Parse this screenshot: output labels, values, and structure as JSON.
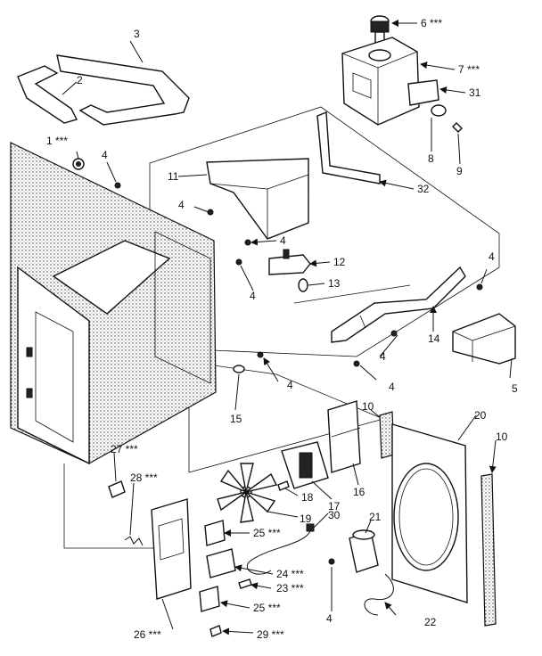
{
  "callouts": [
    {
      "id": "c1",
      "text": "1 ***"
    },
    {
      "id": "c2",
      "text": "2"
    },
    {
      "id": "c3",
      "text": "3"
    },
    {
      "id": "c4a",
      "text": "4"
    },
    {
      "id": "c4b",
      "text": "4"
    },
    {
      "id": "c4c",
      "text": "4"
    },
    {
      "id": "c4d",
      "text": "4"
    },
    {
      "id": "c4e",
      "text": "4"
    },
    {
      "id": "c4f",
      "text": "4"
    },
    {
      "id": "c4g",
      "text": "4"
    },
    {
      "id": "c4h",
      "text": "4"
    },
    {
      "id": "c4i",
      "text": "4"
    },
    {
      "id": "c5",
      "text": "5"
    },
    {
      "id": "c6",
      "text": "6 ***"
    },
    {
      "id": "c7",
      "text": "7 ***"
    },
    {
      "id": "c8",
      "text": "8"
    },
    {
      "id": "c9",
      "text": "9"
    },
    {
      "id": "c10a",
      "text": "10"
    },
    {
      "id": "c10b",
      "text": "10"
    },
    {
      "id": "c11",
      "text": "11"
    },
    {
      "id": "c12",
      "text": "12"
    },
    {
      "id": "c13",
      "text": "13"
    },
    {
      "id": "c14",
      "text": "14"
    },
    {
      "id": "c15",
      "text": "15"
    },
    {
      "id": "c16",
      "text": "16"
    },
    {
      "id": "c17",
      "text": "17"
    },
    {
      "id": "c18",
      "text": "18"
    },
    {
      "id": "c19",
      "text": "19"
    },
    {
      "id": "c20",
      "text": "20"
    },
    {
      "id": "c21",
      "text": "21"
    },
    {
      "id": "c22",
      "text": "22"
    },
    {
      "id": "c23",
      "text": "23 ***"
    },
    {
      "id": "c24",
      "text": "24 ***"
    },
    {
      "id": "c25a",
      "text": "25 ***"
    },
    {
      "id": "c25b",
      "text": "25 ***"
    },
    {
      "id": "c26",
      "text": "26 ***"
    },
    {
      "id": "c27",
      "text": "27 ***"
    },
    {
      "id": "c28",
      "text": "28 ***"
    },
    {
      "id": "c29",
      "text": "29 ***"
    },
    {
      "id": "c30",
      "text": "30"
    },
    {
      "id": "c31",
      "text": "31"
    },
    {
      "id": "c32",
      "text": "32"
    }
  ]
}
